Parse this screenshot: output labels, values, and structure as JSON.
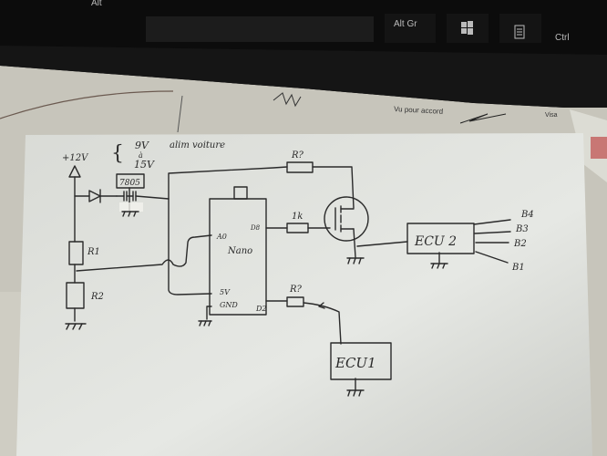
{
  "keyboard": {
    "keys": [
      "Alt",
      "Alt Gr",
      "Ctrl"
    ],
    "icons": [
      "windows-key-icon",
      "menu-key-icon"
    ]
  },
  "background_document": {
    "text": [
      "Vu pour accord",
      "Visa"
    ]
  },
  "schematic": {
    "supply_label": "+12V",
    "supply_note_top": "9V",
    "supply_note_mid": "à",
    "supply_note_bottom": "15V",
    "supply_note_text": "alim voiture",
    "regulator": "7805",
    "r1": "R1",
    "r2": "R2",
    "r_top": "R?",
    "r_gate": "1k",
    "r_d2": "R?",
    "mcu": "Nano",
    "pin_a0": "A0",
    "pin_d8": "D8",
    "pin_5v": "5V",
    "pin_gnd": "GND",
    "pin_d2": "D2",
    "ecu1": "ECU1",
    "ecu2": "ECU 2",
    "outputs": [
      "B4",
      "B3",
      "B2",
      "B1"
    ]
  },
  "colors": {
    "paper": "#e4e6e2",
    "ink": "#2a2a2a",
    "keyboard": "#0c0c0c"
  }
}
